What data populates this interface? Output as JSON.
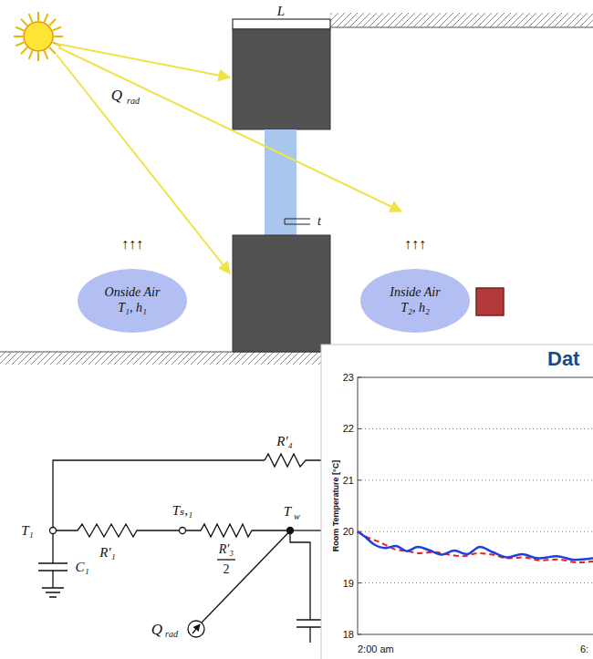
{
  "diagram": {
    "nodes": [
      {
        "text": [
          "Onside Air",
          "T₁, h₁"
        ]
      },
      {
        "text": [
          "Inside Air",
          "T₂, h₂"
        ]
      }
    ],
    "labels": [
      "L",
      "t",
      "Q",
      "rad",
      "↑↑↑",
      "↑↑↑",
      "R′₄",
      "T₁",
      "Tₛ,₁",
      "R′₁",
      "R′₃",
      "2",
      "T",
      "w",
      "C₁",
      "Q",
      "rad",
      "Dat",
      "23",
      "22",
      "21",
      "20",
      "19",
      "18",
      "Room Temperature [°C]",
      "2:00 am",
      "6:"
    ]
  }
}
